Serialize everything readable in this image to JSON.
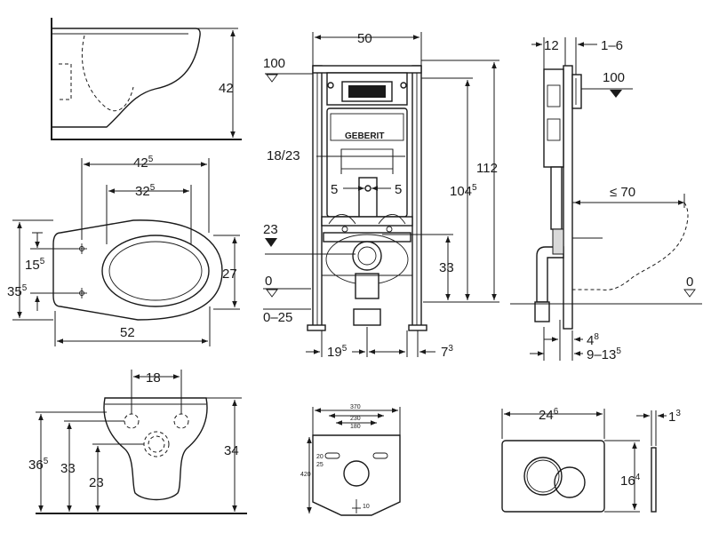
{
  "views": {
    "bowl_side": {
      "height": "42"
    },
    "bowl_top": {
      "width_outer": {
        "main": "42",
        "sup": "5"
      },
      "width_inner": {
        "main": "32",
        "sup": "5"
      },
      "hole_offset": {
        "main": "15",
        "sup": "5"
      },
      "hole_spacing": "27",
      "total_height": {
        "main": "35",
        "sup": "5"
      },
      "length": "52"
    },
    "bowl_front": {
      "hole_width": "18",
      "height_a": {
        "main": "36",
        "sup": "5"
      },
      "height_b": "33",
      "height_c": "23",
      "height_d": "34"
    },
    "frame_front": {
      "width": "50",
      "level_top": "100",
      "level_zero": "0",
      "level_range": "0–25",
      "pipe_spacing": "18/23",
      "offset_left": "5",
      "offset_right": "5",
      "marker_23": "23",
      "height_total": "112",
      "height_frame": {
        "main": "104",
        "sup": "5"
      },
      "height_outlet": "33",
      "foot_left": {
        "main": "19",
        "sup": "5"
      },
      "foot_right": {
        "main": "7",
        "sup": "3"
      },
      "brand": "GEBERIT"
    },
    "frame_side": {
      "dim_top": "12",
      "dim_range": "1–6",
      "level_top": "100",
      "bowl_depth": "≤ 70",
      "level_zero": "0",
      "dim_bottom_a": {
        "main": "4",
        "sup": "8"
      },
      "dim_bottom_b": {
        "main": "9–13",
        "sup": "5"
      }
    },
    "gasket": {
      "w_outer": "370",
      "w_mid": "230",
      "w_inner": "180",
      "height": "420",
      "offset_a": "20",
      "offset_b": "25",
      "offset_c": "10"
    },
    "plate": {
      "width": {
        "main": "24",
        "sup": "6"
      },
      "thickness": {
        "main": "1",
        "sup": "3"
      },
      "height": {
        "main": "16",
        "sup": "4"
      }
    }
  }
}
